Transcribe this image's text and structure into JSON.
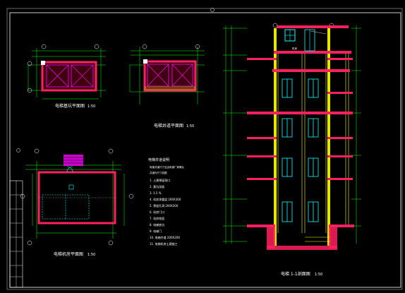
{
  "drawing": {
    "plan_pit": {
      "title": "电梯基坑平面图",
      "scale": "1:50"
    },
    "plan_top": {
      "title": "电梯井道平面图",
      "scale": "1:50"
    },
    "plan_machine": {
      "title": "电梯机房平面图",
      "scale": "1:50"
    },
    "section": {
      "title": "电梯 1-1剖面图",
      "scale": "1:50",
      "roof_label": "机房"
    },
    "notes": {
      "heading": "电梯井道说明",
      "lines": [
        "电梯井道尺寸应由电梯厂家确认",
        "井道内尺寸如图",
        "1. 土建预留洞口",
        "2. 基坑深度",
        "3. 1.5 %",
        "4. 机房承重梁 200X300",
        "5. 预留孔洞 200X200",
        "6. 机房门口",
        "7. 机房地面",
        "8. 电梯底坑",
        "9. 电梯门",
        "10. 电梯井道 200X200",
        "11. 电梯机房土建施工"
      ]
    },
    "colors": {
      "wall": "#ff2060",
      "dim": "#00ff00",
      "guide": "#ffff00",
      "door": "#00ffff",
      "fill": "#ff00ff",
      "frame": "#ffffff"
    }
  }
}
